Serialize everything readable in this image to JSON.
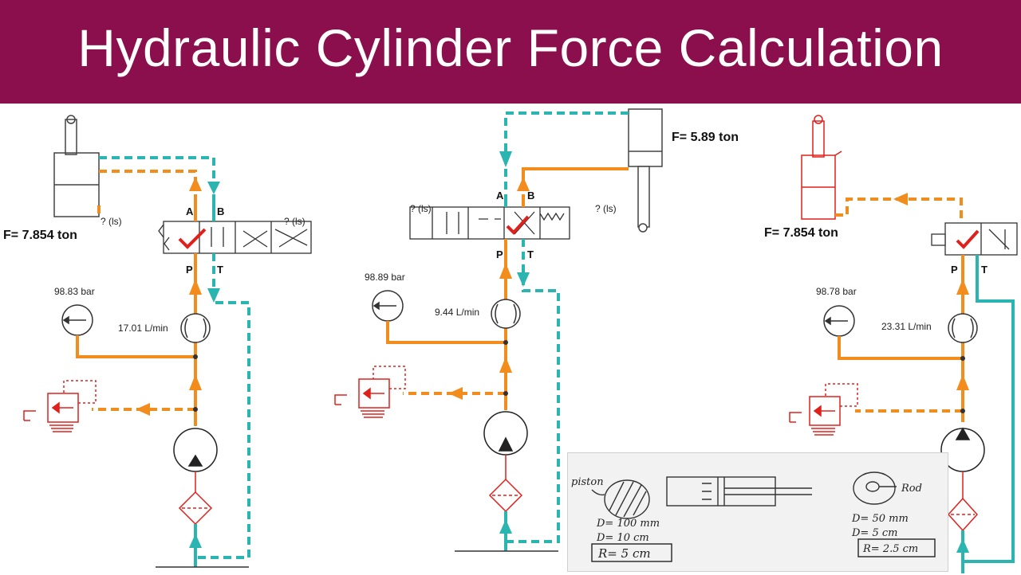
{
  "title": "Hydraulic Cylinder Force Calculation",
  "circuits": [
    {
      "force": "F= 7.854 ton",
      "pressure": "98.83 bar",
      "flow": "17.01 L/min",
      "ports": {
        "a": "A",
        "b": "B",
        "p": "P",
        "t": "T"
      },
      "sensor_left": "? (ls)",
      "sensor_right": "? (ls)"
    },
    {
      "force": "F= 5.89 ton",
      "pressure": "98.89 bar",
      "flow": "9.44 L/min",
      "ports": {
        "a": "A",
        "b": "B",
        "p": "P",
        "t": "T"
      },
      "sensor_left": "? (ls)",
      "sensor_right": "? (ls)"
    },
    {
      "force": "F= 7.854 ton",
      "pressure": "98.78 bar",
      "flow": "23.31 L/min",
      "ports": {
        "p": "P",
        "t": "T"
      }
    }
  ],
  "note": {
    "piston_label": "piston",
    "rod_label": "Rod",
    "piston_d_mm": "D= 100 mm",
    "piston_d_cm": "D= 10 cm",
    "piston_r": "R= 5 cm",
    "rod_d_mm": "D= 50 mm",
    "rod_d_cm": "D= 5 cm",
    "rod_r": "R= 2.5 cm"
  },
  "colors": {
    "banner": "#8b0f4c",
    "pressure_line": "#f28c1c",
    "return_line": "#2bb5b0",
    "relief_valve": "#e0201b"
  }
}
